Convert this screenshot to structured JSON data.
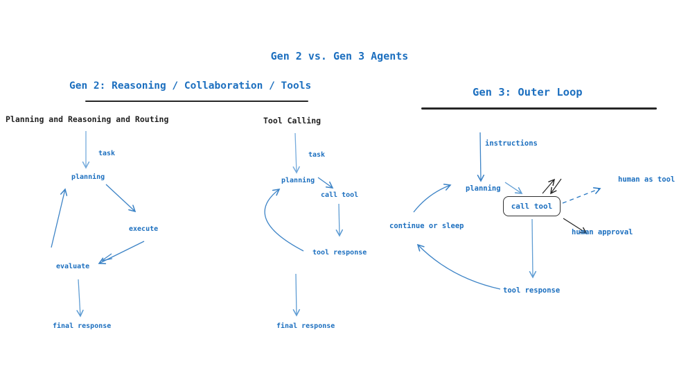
{
  "title": "Gen 2 vs. Gen 3 Agents",
  "colors": {
    "accent_blue": "#1c6fbf",
    "arrow_blue_medium": "#3c83c6",
    "arrow_blue_light": "#74aadc",
    "ink_black": "#222222",
    "underline_black": "#262626"
  },
  "gen2": {
    "heading": "Gen 2: Reasoning / Collaboration / Tools",
    "planning_loop": {
      "title": "Planning and Reasoning and Routing",
      "task": "task",
      "planning": "planning",
      "execute": "execute",
      "evaluate": "evaluate",
      "final_response": "final response"
    },
    "tool_calling": {
      "title": "Tool Calling",
      "task": "task",
      "planning": "planning",
      "call_tool": "call tool",
      "tool_response": "tool response",
      "final_response": "final response"
    }
  },
  "gen3": {
    "heading": "Gen 3: Outer Loop",
    "instructions": "instructions",
    "planning": "planning",
    "call_tool": "call tool",
    "human_as_tool": "human as tool",
    "human_approval": "human approval",
    "continue_or_sleep": "continue or sleep",
    "tool_response": "tool response"
  }
}
